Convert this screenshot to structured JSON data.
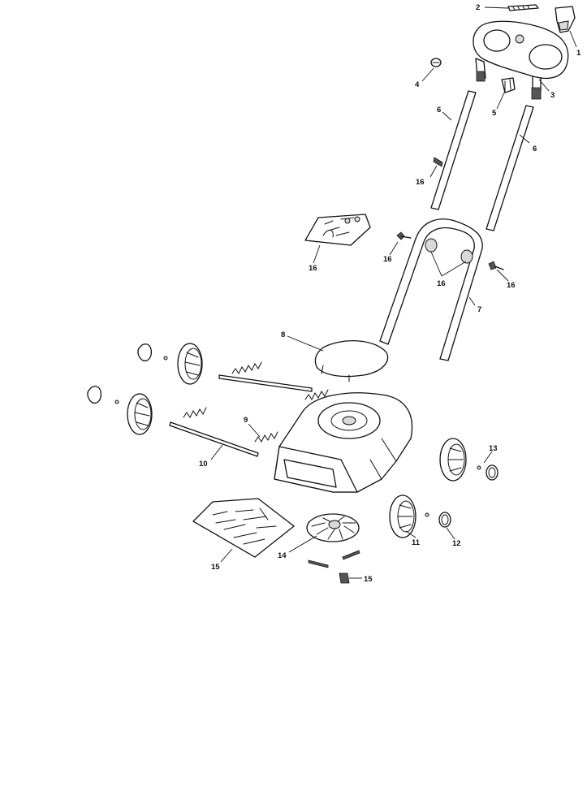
{
  "callouts": {
    "c1": "1",
    "c2": "2",
    "c3": "3",
    "c4": "4",
    "c5": "5",
    "c6a": "6",
    "c6b": "6",
    "c7": "7",
    "c8": "8",
    "c9": "9",
    "c10": "10",
    "c11": "11",
    "c12": "12",
    "c13": "13",
    "c14": "14",
    "c15a": "15",
    "c15b": "15",
    "c16a": "16",
    "c16b": "16",
    "c16c": "16",
    "c16d": "16",
    "c16e": "16"
  },
  "colors": {
    "line": "#111111",
    "fill": "#ffffff",
    "shade": "#d9d9d9"
  }
}
